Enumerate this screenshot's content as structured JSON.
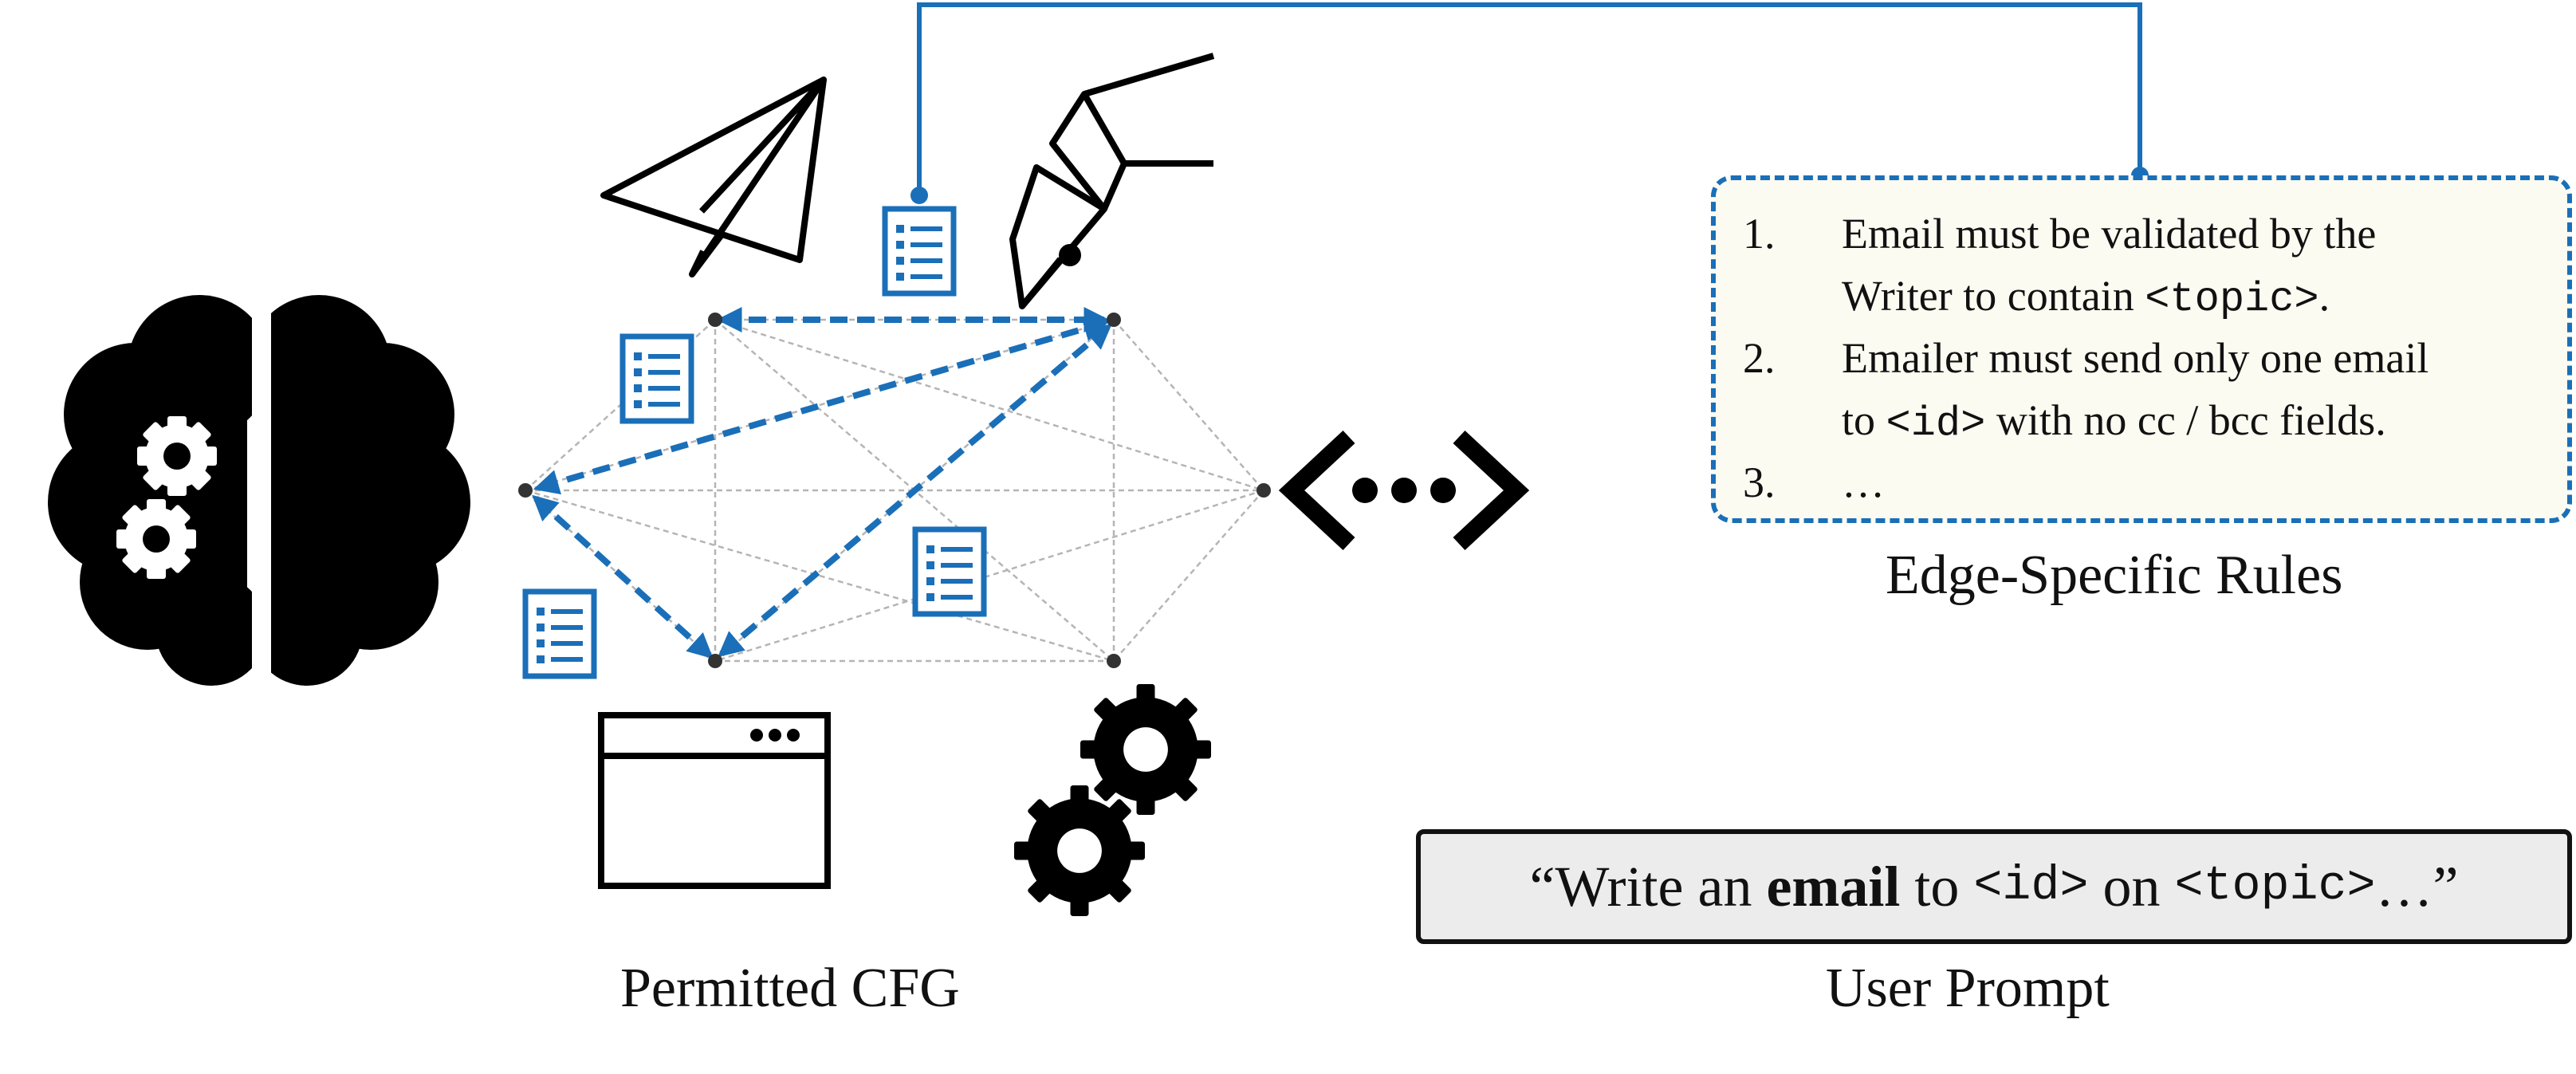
{
  "labels": {
    "permitted_cfg": "Permitted CFG",
    "user_prompt": "User Prompt",
    "edge_rules": "Edge-Specific Rules"
  },
  "rules": [
    {
      "num": "1.",
      "line1": "Email must be validated by the",
      "line2_pre": "Writer to contain ",
      "line2_code": "<topic>",
      "line2_post": "."
    },
    {
      "num": "2.",
      "line1": "Emailer must send only one email",
      "line2_pre": "to ",
      "line2_code": "<id>",
      "line2_post": " with no cc / bcc fields."
    },
    {
      "num": "3.",
      "line1": "…"
    }
  ],
  "prompt": {
    "open_quote": "“Write an ",
    "bold_word": "email",
    "to": " to ",
    "id_code": "<id>",
    "on": " on ",
    "topic_code": "<topic>",
    "close": "…”"
  },
  "colors": {
    "accent_blue": "#1a6fb8",
    "icon_black": "#000000",
    "graph_gray": "#b5b5b5"
  },
  "icons": [
    "brain-gears-icon",
    "paper-plane-icon",
    "fountain-pen-icon",
    "code-brackets-icon",
    "browser-window-icon",
    "gears-icon",
    "document-list-icon"
  ]
}
